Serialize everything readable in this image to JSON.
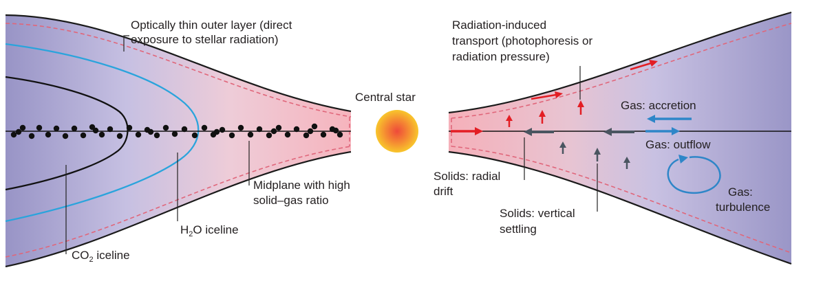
{
  "labels": {
    "outer_layer": [
      "Optically thin outer layer (direct",
      "exposure to stellar radiation)"
    ],
    "radiation": [
      "Radiation-induced",
      "transport (photophoresis or",
      "radiation pressure)"
    ],
    "central_star": "Central star",
    "gas_accretion": "Gas: accretion",
    "gas_outflow": "Gas: outflow",
    "gas_turbulence": [
      "Gas:",
      "turbulence"
    ],
    "midplane": [
      "Midplane with high",
      "solid–gas ratio"
    ],
    "solids_drift": [
      "Solids: radial",
      "drift"
    ],
    "solids_settling": [
      "Solids: vertical",
      "settling"
    ],
    "h2o": {
      "pre": "H",
      "sub": "2",
      "post": "O iceline"
    },
    "co2": {
      "pre": "CO",
      "sub": "2",
      "post": " iceline"
    }
  },
  "colors": {
    "disk_outer": "#9c98c8",
    "disk_inner": "#f3b9c0",
    "co2_line": "#111111",
    "h2o_line": "#2aa4dc",
    "dashed_edge": "#e0667a",
    "red_arrow": "#e31e24",
    "grey_arrow": "#4a5560",
    "blue_arrow": "#2e86c8",
    "star_core": "#ef5a3c",
    "star_edge": "#f7c22a"
  }
}
